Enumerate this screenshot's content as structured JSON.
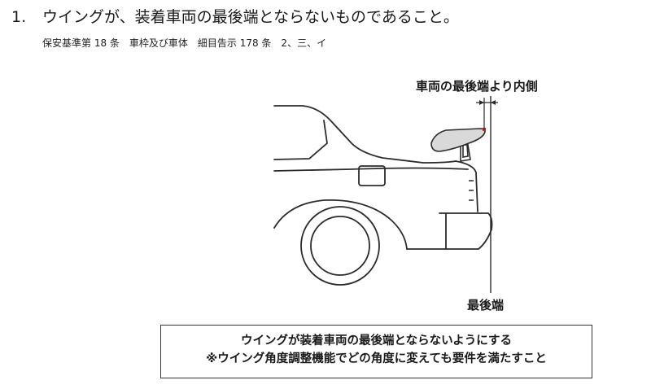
{
  "heading": {
    "number": "1.",
    "text": "ウイングが、装着車両の最後端とならないものであること。"
  },
  "regulation_ref": "保安基準第 18 条　車枠及び車体　細目告示 178 条　2、三、イ",
  "figure": {
    "label_top": "車両の最後端より内側",
    "label_bottom": "最後端"
  },
  "note": {
    "line1": "ウイングが装着車両の最後端とならないようにする",
    "line2": "※ウイング角度調整機能でどの角度に変えても要件を満たすこと"
  },
  "colors": {
    "line": "#2b2b2b",
    "wing_fill": "#d9d9d9",
    "marker": "#e02020"
  }
}
